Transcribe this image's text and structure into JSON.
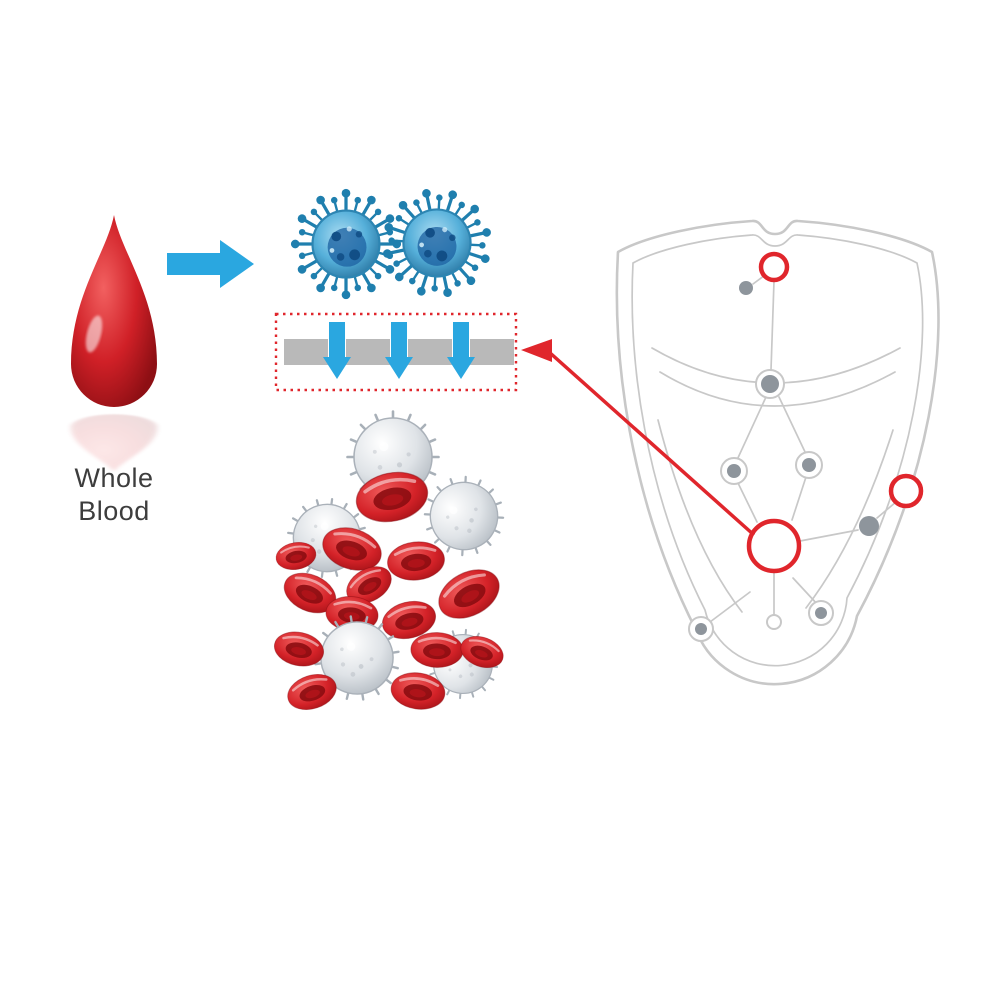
{
  "page": {
    "title": "Whole blood separation diagram",
    "background": "#ffffff"
  },
  "labels": {
    "whole_blood_line1": "Whole",
    "whole_blood_line2": "Blood"
  },
  "colors": {
    "blood_red": "#c2181e",
    "accent_red": "#e0262c",
    "arrow_blue": "#2aa7e0",
    "virus_blue": "#2d85b2",
    "filter_gray": "#b9b9b9",
    "cartridge_gray": "#c8c8c8",
    "chamber_gray": "#8e959c",
    "wbc_gray": "#c3c9cf",
    "label_text": "#3d3d3d"
  },
  "diagram": {
    "blood_drop": {
      "icon": "blood-drop-icon",
      "label": "Whole Blood"
    },
    "flow_arrow": {
      "icon": "flow-right-arrow-icon",
      "direction": "right"
    },
    "viruses": {
      "icon": "virus-icon",
      "count": 2
    },
    "filter": {
      "icon": "filter-membrane",
      "segments": 4,
      "down_arrows": 3,
      "border": "dotted-red"
    },
    "cells": {
      "icon": "cell-cluster",
      "red_blood_cells": 14,
      "white_blood_cells": 5
    },
    "cartridge": {
      "icon": "microfluidic-cartridge",
      "gray_chambers": 8,
      "red_highlight_rings": 3,
      "pointer_target": "filter-membrane"
    }
  }
}
